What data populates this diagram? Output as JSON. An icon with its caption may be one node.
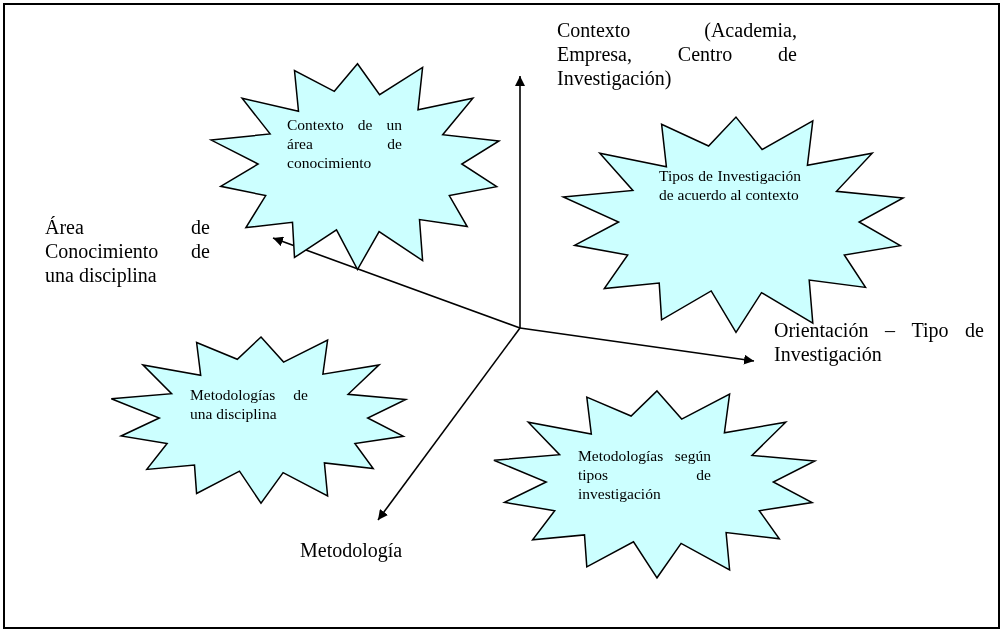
{
  "diagram": {
    "nodes": [
      {
        "text": [
          "Contexto (Academia, Empresa, Centro de Investigación)"
        ]
      },
      {
        "text": [
          "Contexto de un área de conocimiento"
        ]
      },
      {
        "text": [
          "Tipos de Investigación de acuerdo al contexto"
        ]
      },
      {
        "text": [
          "Área de Conocimiento de una disciplina"
        ]
      },
      {
        "text": [
          "Orientación – Tipo de Investigación"
        ]
      },
      {
        "text": [
          "Metodologías de una disciplina"
        ]
      },
      {
        "text": [
          "Metodologías según tipos de investigación"
        ]
      },
      {
        "text": [
          "Metodología"
        ]
      }
    ],
    "edges": [
      {
        "from": null,
        "to": 0,
        "arrow": "to"
      },
      {
        "from": null,
        "to": 3,
        "arrow": "to"
      },
      {
        "from": null,
        "to": 4,
        "arrow": "to"
      },
      {
        "from": null,
        "to": 7,
        "arrow": "to"
      }
    ]
  }
}
